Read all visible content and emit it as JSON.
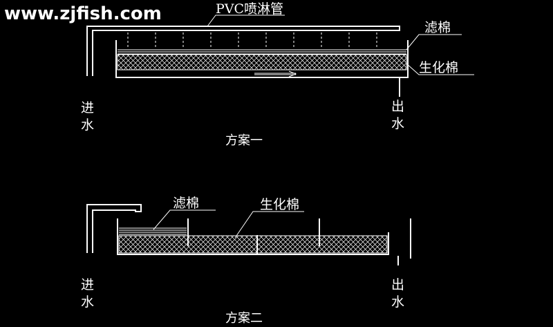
{
  "watermark": "www.zjfish.com",
  "scheme1": {
    "title": "方案一",
    "pipe_label": "PVC喷淋管",
    "filter_label": "滤棉",
    "bio_label": "生化棉",
    "inlet_top": "进",
    "inlet_bottom": "水",
    "outlet_top": "出",
    "outlet_bottom": "水"
  },
  "scheme2": {
    "title": "方案二",
    "filter_label": "滤棉",
    "bio_label": "生化棉",
    "inlet_top": "进",
    "inlet_bottom": "水",
    "outlet_top": "出",
    "outlet_bottom": "水"
  },
  "colors": {
    "background": "#000000",
    "line": "#ffffff"
  }
}
